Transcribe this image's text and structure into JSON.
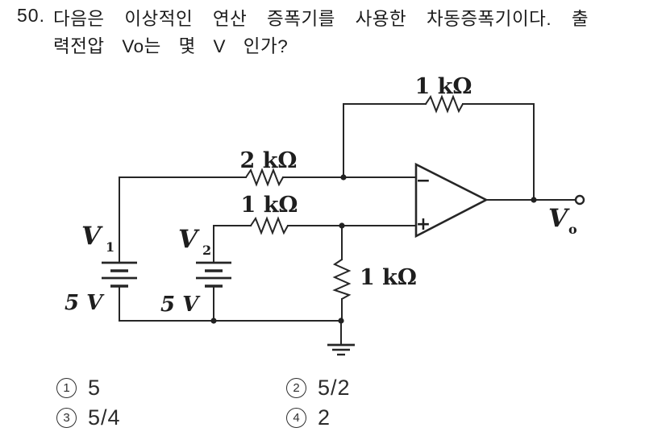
{
  "question": {
    "number": "50.",
    "line1": "다음은 이상적인 연산 증폭기를 사용한 차동증폭기이다. 출",
    "line2": "력전압 Vo는 몇 V 인가?"
  },
  "circuit": {
    "feedback_resistor_label": "1 kΩ",
    "inverting_input_resistor_label": "2 kΩ",
    "noninverting_input_resistor_label": "1 kΩ",
    "ground_resistor_label": "1 kΩ",
    "source1": {
      "name": "V",
      "sub": "1",
      "value": "5 V"
    },
    "source2": {
      "name": "V",
      "sub": "2",
      "value": "5 V"
    },
    "output": {
      "name": "V",
      "sub": "o"
    },
    "opamp": {
      "minus": "−",
      "plus": "+"
    }
  },
  "choices": [
    {
      "marker": "1",
      "text": "5"
    },
    {
      "marker": "2",
      "text": "5/2"
    },
    {
      "marker": "3",
      "text": "5/4"
    },
    {
      "marker": "4",
      "text": "2"
    }
  ],
  "colors": {
    "ink": "#262626",
    "paper": "#ffffff"
  }
}
